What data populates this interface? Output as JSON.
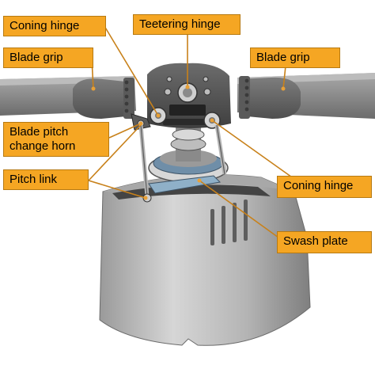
{
  "labels": {
    "coning_hinge_left": "Coning hinge",
    "teetering_hinge": "Teetering hinge",
    "blade_grip_left": "Blade grip",
    "blade_grip_right": "Blade grip",
    "blade_pitch_change_horn_line1": "Blade pitch",
    "blade_pitch_change_horn_line2": "change horn",
    "pitch_link": "Pitch link",
    "coning_hinge_right": "Coning hinge",
    "swash_plate": "Swash plate"
  },
  "colors": {
    "callout_fill": "#f5a623",
    "leader_line": "#c8811a",
    "metal_light": "#c9c9c9",
    "metal_dark": "#4a4a4a",
    "swash_blue": "#6f8ea8"
  }
}
